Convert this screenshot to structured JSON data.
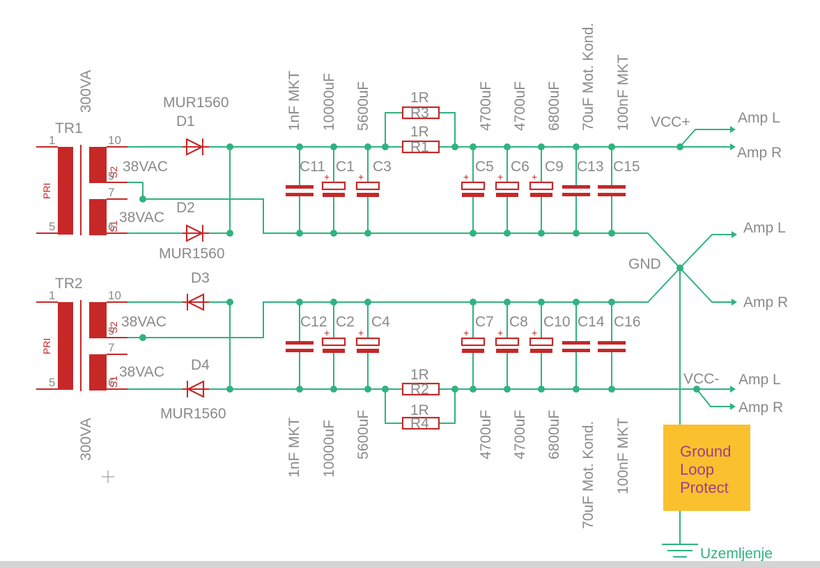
{
  "transformers": {
    "tr1": {
      "name": "TR1",
      "rating": "300VA",
      "pri_label": "PRI",
      "s2_label": "S2",
      "s1_label": "S1",
      "pins": {
        "p1": "1",
        "p5": "5",
        "p10": "10",
        "p9": "9",
        "p7": "7",
        "p6": "6"
      },
      "v_upper": "38VAC",
      "v_lower": "38VAC"
    },
    "tr2": {
      "name": "TR2",
      "rating": "300VA",
      "pri_label": "PRI",
      "s2_label": "S2",
      "s1_label": "S1",
      "pins": {
        "p1": "1",
        "p5": "5",
        "p10": "10",
        "p9": "9",
        "p7": "7",
        "p6": "6"
      },
      "v_upper": "38VAC",
      "v_lower": "38VAC"
    }
  },
  "diodes": {
    "d1": {
      "name": "D1",
      "value": "MUR1560"
    },
    "d2": {
      "name": "D2",
      "value": "MUR1560"
    },
    "d3": {
      "name": "D3"
    },
    "d4": {
      "name": "D4",
      "value": "MUR1560"
    }
  },
  "resistors": {
    "r1": {
      "name": "R1",
      "value": "1R"
    },
    "r2": {
      "name": "R2",
      "value": "1R"
    },
    "r3": {
      "name": "R3",
      "value": "1R"
    },
    "r4": {
      "name": "R4",
      "value": "1R"
    }
  },
  "caps_top": [
    {
      "name": "C11",
      "value": "1nF MKT"
    },
    {
      "name": "C1",
      "value": "10000uF"
    },
    {
      "name": "C3",
      "value": "5600uF"
    },
    {
      "name": "C5",
      "value": "4700uF"
    },
    {
      "name": "C6",
      "value": "4700uF"
    },
    {
      "name": "C9",
      "value": "6800uF"
    },
    {
      "name": "C13",
      "value": "70uF Mot. Kond."
    },
    {
      "name": "C15",
      "value": "100nF MKT"
    }
  ],
  "caps_bottom": [
    {
      "name": "C12",
      "value": "1nF MKT"
    },
    {
      "name": "C2",
      "value": "10000uF"
    },
    {
      "name": "C4",
      "value": "5600uF"
    },
    {
      "name": "C7",
      "value": "4700uF"
    },
    {
      "name": "C8",
      "value": "4700uF"
    },
    {
      "name": "C10",
      "value": "6800uF"
    },
    {
      "name": "C14",
      "value": "70uF Mot. Kond."
    },
    {
      "name": "C16",
      "value": "100nF MKT"
    }
  ],
  "nets": {
    "vcc_plus": "VCC+",
    "vcc_minus": "VCC-",
    "gnd": "GND"
  },
  "outputs": {
    "amp_l": "Amp L",
    "amp_r": "Amp R"
  },
  "ground_loop_box": {
    "line1": "Ground",
    "line2": "Loop",
    "line3": "Protect",
    "color": "#fbc02d"
  },
  "earth_label": "Uzemljenje",
  "colors": {
    "wire": "#2fb37f",
    "part": "#c62828",
    "text": "#8a8a8a"
  }
}
